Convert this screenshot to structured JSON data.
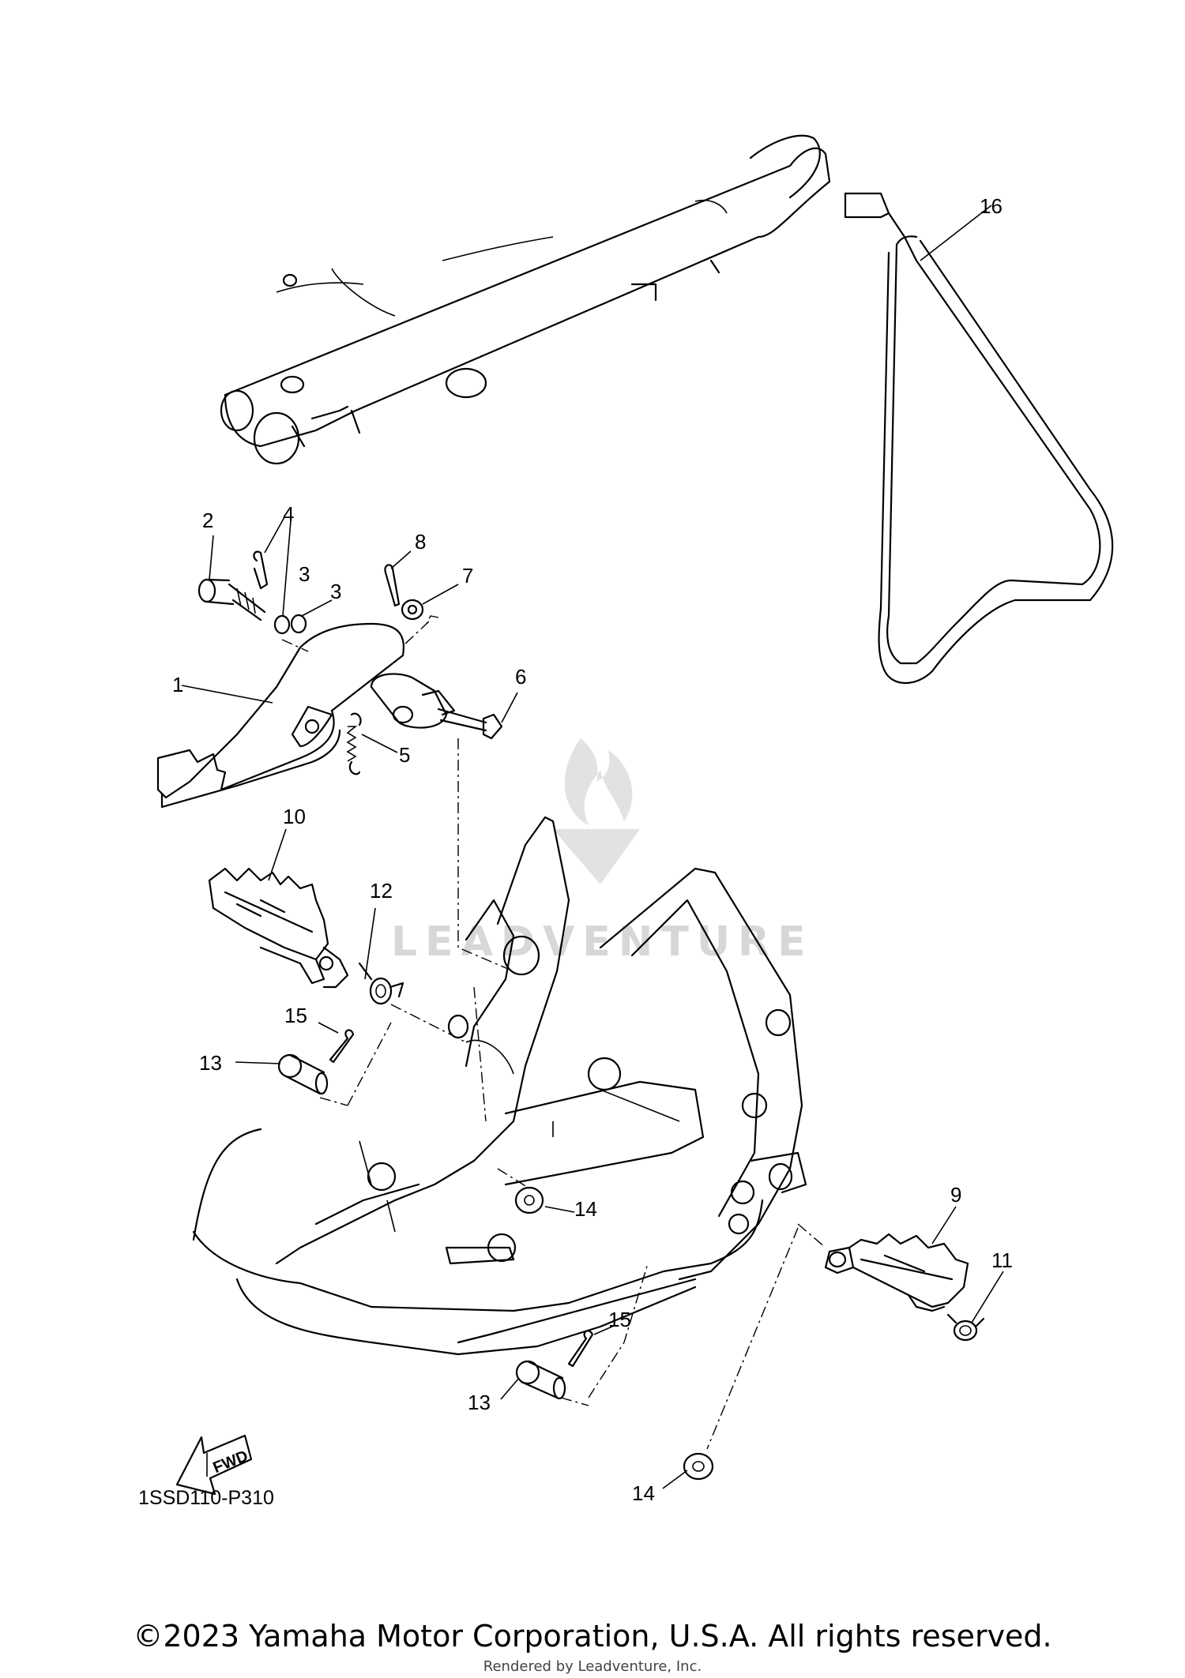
{
  "callouts": {
    "c1": "1",
    "c2": "2",
    "c3a": "3",
    "c3b": "3",
    "c4": "4",
    "c5": "5",
    "c6": "6",
    "c7": "7",
    "c8": "8",
    "c9": "9",
    "c10": "10",
    "c11": "11",
    "c12": "12",
    "c13a": "13",
    "c13b": "13",
    "c14a": "14",
    "c14b": "14",
    "c15a": "15",
    "c15b": "15",
    "c16": "16"
  },
  "fwd_label": "FWD",
  "diagram_ref": "1SSD110-P310",
  "watermark": "LEADVENTURE",
  "copyright": "©2023 Yamaha Motor Corporation, U.S.A. All rights reserved.",
  "rendered_by": "Rendered by Leadventure, Inc."
}
